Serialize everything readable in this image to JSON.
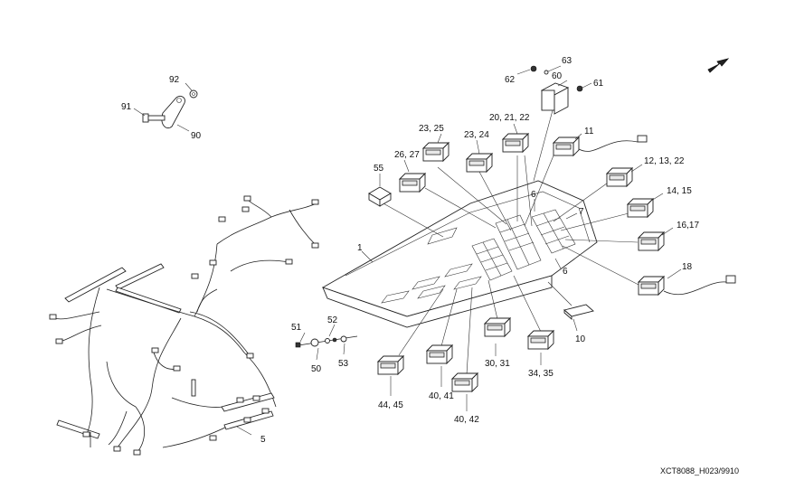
{
  "drawing_code": "XCT8088_H023/9910",
  "callouts": {
    "c1": "1",
    "c5": "5",
    "c6a": "6",
    "c6b": "6",
    "c7": "7",
    "c10": "10",
    "c11": "11",
    "c12": "12, 13, 22",
    "c14": "14, 15",
    "c16": "16,17",
    "c18": "18",
    "c20": "20, 21, 22",
    "c23a": "23, 25",
    "c23b": "23, 24",
    "c26": "26, 27",
    "c30": "30, 31",
    "c34": "34, 35",
    "c40a": "40, 41",
    "c40b": "40, 42",
    "c44": "44, 45",
    "c50": "50",
    "c51": "51",
    "c52": "52",
    "c53": "53",
    "c55": "55",
    "c60": "60",
    "c61": "61",
    "c62": "62",
    "c63": "63",
    "c90": "90",
    "c91": "91",
    "c92": "92"
  }
}
